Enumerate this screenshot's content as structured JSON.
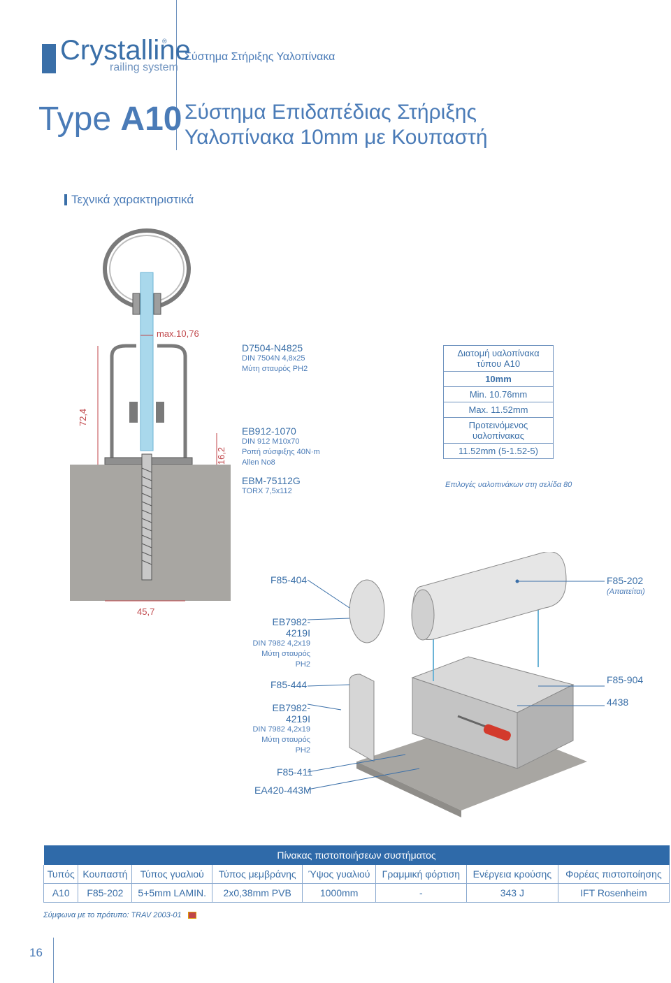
{
  "header": {
    "logo": {
      "word": "Crystalline",
      "sub": "railing system",
      "reg": "®"
    },
    "subtitle": "Σύστημα Στήριξης Υαλοπίνακα",
    "type_prefix": "Type",
    "type_code": "A10",
    "title_line1": "Σύστημα Επιδαπέδιας Στήριξης",
    "title_line2": "Υαλοπίνακα 10mm με Κουπαστή"
  },
  "section": {
    "label": "Τεχνικά χαρακτηριστικά"
  },
  "diagram": {
    "dimensions": {
      "max_gap": "max.10,76",
      "height_total": "72,4",
      "height_base": "16,2",
      "width": "45,7"
    },
    "parts": [
      {
        "code": "D7504-N4825",
        "lines": [
          "DIN 7504N 4,8x25",
          "Μύτη σταυρός PH2"
        ]
      },
      {
        "code": "EB912-1070",
        "lines": [
          "DIN 912 M10x70",
          "Ροπή σύσφιξης 40N·m",
          "Allen No8"
        ]
      },
      {
        "code": "EBM-75112G",
        "lines": [
          "TORX 7,5x112"
        ]
      }
    ]
  },
  "spec": {
    "title": "Διατομή υαλοπίνακα τύπου A10",
    "thickness": "10mm",
    "min": "Min. 10.76mm",
    "max": "Max. 11.52mm",
    "recommended_label": "Προτεινόμενος υαλοπίνακας",
    "recommended_value": "11.52mm (5-1.52-5)",
    "note": "Επιλογές υαλοπινάκων στη σελίδα 80"
  },
  "exploded": {
    "f85_404": "F85-404",
    "f85_202": "F85-202",
    "f85_202_note": "(Απαιτείται)",
    "eb_top": {
      "code": "EB7982-4219I",
      "lines": [
        "DIN 7982 4,2x19",
        "Μύτη σταυρός PH2"
      ]
    },
    "f85_444": "F85-444",
    "eb_bottom": {
      "code": "EB7982-4219I",
      "lines": [
        "DIN 7982 4,2x19",
        "Μύτη σταυρός PH2"
      ]
    },
    "f85_904": "F85-904",
    "code_4438": "4438",
    "f85_411": "F85-411",
    "ea420": "EA420-443M"
  },
  "certification": {
    "caption": "Πίνακας πιστοποιήσεων συστήματος",
    "headers": [
      "Τυπός",
      "Κουπαστή",
      "Τύπος γυαλιού",
      "Τύπος μεμβράνης",
      "Ύψος γυαλιού",
      "Γραμμική φόρτιση",
      "Ενέργεια κρούσης",
      "Φορέας πιστοποίησης"
    ],
    "row": [
      "A10",
      "F85-202",
      "5+5mm LAMIN.",
      "2x0,38mm PVB",
      "1000mm",
      "-",
      "343 J",
      "IFT Rosenheim"
    ]
  },
  "standard": "Σύμφωνα με το πρότυπο: TRAV 2003-01",
  "page_number": "16",
  "colors": {
    "brand": "#3a6fa8",
    "header_fill": "#2f6aa9",
    "dimension": "#c0464a",
    "glass": "#a9d8ec"
  }
}
